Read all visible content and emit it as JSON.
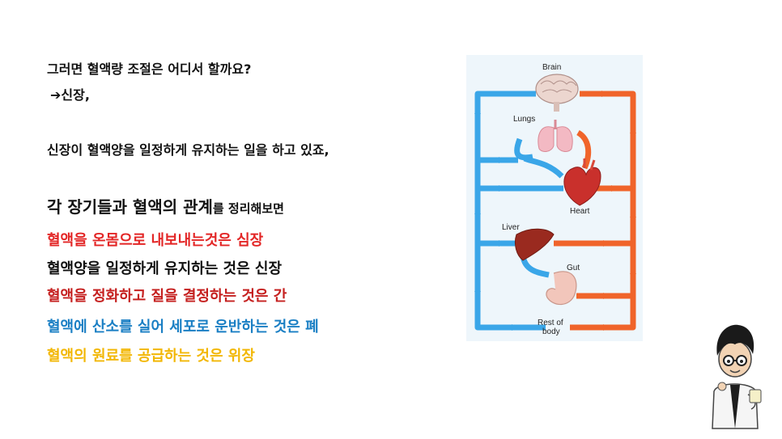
{
  "text": {
    "question": "그러면 혈액량 조절은 어디서 할까요?",
    "answer_arrow": "➔",
    "answer": "신장,",
    "statement": "신장이 혈액양을 일정하게 유지하는 일을 하고 있죠,",
    "summary_heading_big": "각 장기들과 혈액의 관계",
    "summary_heading_small": "를 정리해보면",
    "item_heart": "혈액을 온몸으로 내보내는것은  심장",
    "item_kidney": "혈액양을 일정하게 유지하는 것은 신장",
    "item_liver": "혈액을 정화하고  질을 결정하는 것은 간",
    "item_lung": "혈액에 산소를 실어 세포로 운반하는 것은 폐",
    "item_stomach": "혈액의 원료를 공급하는 것은 위장"
  },
  "diagram": {
    "labels": {
      "brain": "Brain",
      "lungs": "Lungs",
      "heart": "Heart",
      "liver": "Liver",
      "gut": "Gut",
      "rest_line1": "Rest of",
      "rest_line2": "body"
    }
  },
  "colors": {
    "heart_item": "#e32626",
    "kidney_item": "#111111",
    "liver_item": "#c5201f",
    "lung_item": "#1a7fc4",
    "stomach_item": "#f2b705",
    "vein_blue": "#3aa6e8",
    "artery_red": "#f0642a",
    "diagram_bg": "#eef6fb"
  }
}
